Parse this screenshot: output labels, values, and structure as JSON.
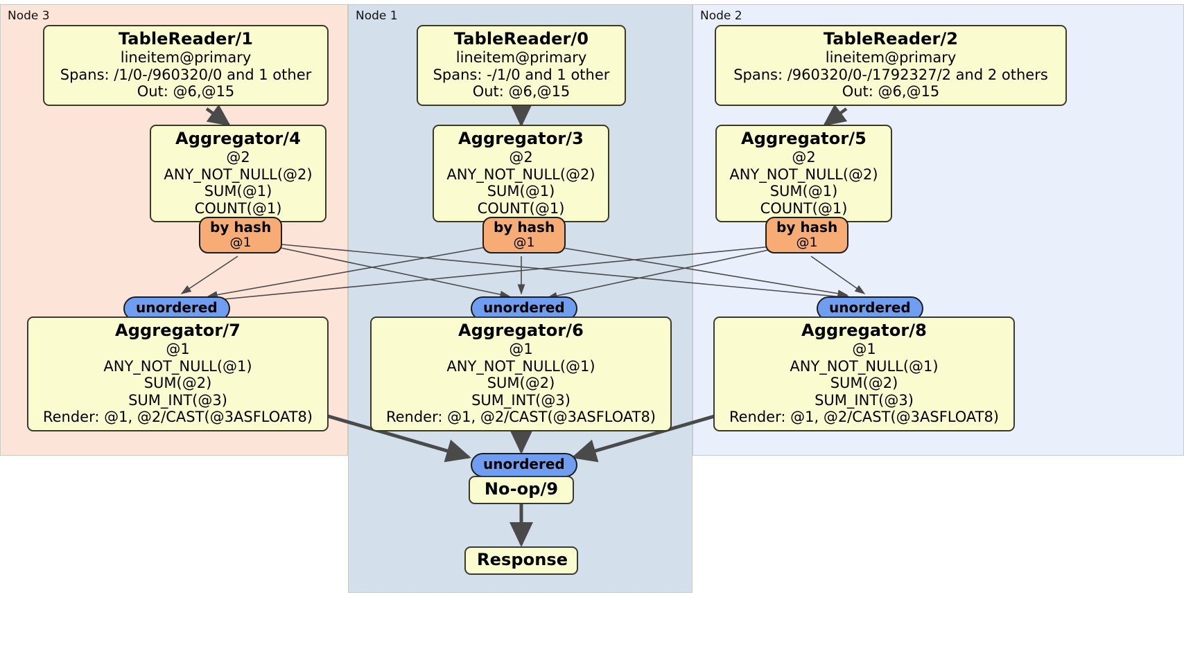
{
  "diagram": {
    "type": "distributed-query-plan",
    "regions": [
      {
        "id": "node3",
        "label": "Node 3",
        "color": "#fce5d8"
      },
      {
        "id": "node1",
        "label": "Node 1",
        "color": "#d3e0ec"
      },
      {
        "id": "node2",
        "label": "Node 2",
        "color": "#eaf0fb"
      }
    ],
    "colors": {
      "processor_fill": "#fbfbd0",
      "processor_border": "#3a3a2a",
      "hash_badge": "#f7ac76",
      "unordered_badge": "#6f9ef0",
      "edge": "#4a4a4a"
    },
    "processors": [
      {
        "id": "tablereader1",
        "title": "TableReader/1",
        "lines": [
          "lineitem@primary",
          "Spans: /1/0-/960320/0 and 1 other",
          "Out: @6,@15"
        ]
      },
      {
        "id": "tablereader0",
        "title": "TableReader/0",
        "lines": [
          "lineitem@primary",
          "Spans: -/1/0 and 1 other",
          "Out: @6,@15"
        ]
      },
      {
        "id": "tablereader2",
        "title": "TableReader/2",
        "lines": [
          "lineitem@primary",
          "Spans: /960320/0-/1792327/2 and 2 others",
          "Out: @6,@15"
        ]
      },
      {
        "id": "aggregator4",
        "title": "Aggregator/4",
        "lines": [
          "@2",
          "ANY_NOT_NULL(@2)",
          "SUM(@1)",
          "COUNT(@1)"
        ]
      },
      {
        "id": "aggregator3",
        "title": "Aggregator/3",
        "lines": [
          "@2",
          "ANY_NOT_NULL(@2)",
          "SUM(@1)",
          "COUNT(@1)"
        ]
      },
      {
        "id": "aggregator5",
        "title": "Aggregator/5",
        "lines": [
          "@2",
          "ANY_NOT_NULL(@2)",
          "SUM(@1)",
          "COUNT(@1)"
        ]
      },
      {
        "id": "aggregator7",
        "title": "Aggregator/7",
        "lines": [
          "@1",
          "ANY_NOT_NULL(@1)",
          "SUM(@2)",
          "SUM_INT(@3)",
          "Render: @1, @2/CAST(@3ASFLOAT8)"
        ]
      },
      {
        "id": "aggregator6",
        "title": "Aggregator/6",
        "lines": [
          "@1",
          "ANY_NOT_NULL(@1)",
          "SUM(@2)",
          "SUM_INT(@3)",
          "Render: @1, @2/CAST(@3ASFLOAT8)"
        ]
      },
      {
        "id": "aggregator8",
        "title": "Aggregator/8",
        "lines": [
          "@1",
          "ANY_NOT_NULL(@1)",
          "SUM(@2)",
          "SUM_INT(@3)",
          "Render: @1, @2/CAST(@3ASFLOAT8)"
        ]
      },
      {
        "id": "noop9",
        "title": "No-op/9",
        "lines": []
      },
      {
        "id": "response",
        "title": "Response",
        "lines": []
      }
    ],
    "badges": {
      "hash": {
        "label": "by hash",
        "sublabel": "@1"
      },
      "unordered": {
        "label": "unordered"
      }
    }
  }
}
